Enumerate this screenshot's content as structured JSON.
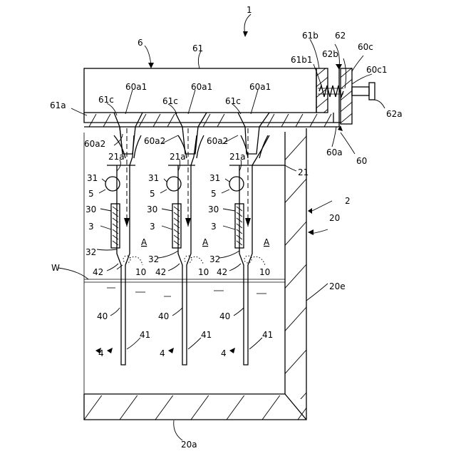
{
  "figure": {
    "labels": {
      "l_1": "1",
      "l_6": "6",
      "l_61": "61",
      "l_61b": "61b",
      "l_62": "62",
      "l_61b1": "61b1",
      "l_62b": "62b",
      "l_60c": "60c",
      "l_60c1": "60c1",
      "l_62a": "62a",
      "l_61a": "61a",
      "l_61c_1": "61c",
      "l_61c_2": "61c",
      "l_61c_3": "61c",
      "l_60a1_1": "60a1",
      "l_60a1_2": "60a1",
      "l_60a1_3": "60a1",
      "l_60a2_1": "60a2",
      "l_60a2_2": "60a2",
      "l_60a2_3": "60a2",
      "l_60a": "60a",
      "l_60": "60",
      "l_21a_1": "21a",
      "l_21a_2": "21a",
      "l_21a_3": "21a",
      "l_21": "21",
      "l_2": "2",
      "l_20": "20",
      "l_20e": "20e",
      "l_20a": "20a",
      "l_31_1": "31",
      "l_31_2": "31",
      "l_31_3": "31",
      "l_5_1": "5",
      "l_5_2": "5",
      "l_5_3": "5",
      "l_30_1": "30",
      "l_30_2": "30",
      "l_30_3": "30",
      "l_3_1": "3",
      "l_3_2": "3",
      "l_3_3": "3",
      "l_A_1": "A",
      "l_A_2": "A",
      "l_A_3": "A",
      "l_32_1": "32",
      "l_32_2": "32",
      "l_32_3": "32",
      "l_W": "W",
      "l_42_1": "42",
      "l_42_2": "42",
      "l_42_3": "42",
      "l_10_1": "10",
      "l_10_2": "10",
      "l_10_3": "10",
      "l_40_1": "40",
      "l_40_2": "40",
      "l_40_3": "40",
      "l_41_1": "41",
      "l_41_2": "41",
      "l_41_3": "41",
      "l_4_1": "4",
      "l_4_2": "4",
      "l_4_3": "4"
    }
  }
}
